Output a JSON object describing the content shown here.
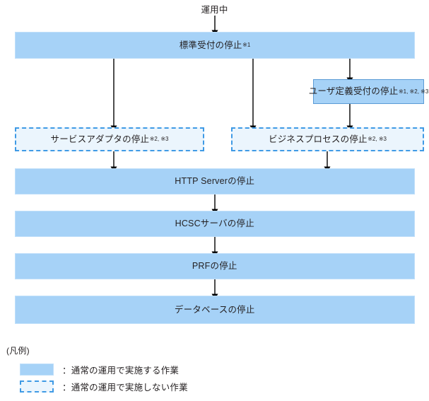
{
  "diagram": {
    "start_label": "運用中",
    "nodes": [
      {
        "id": "standard-reception-stop",
        "text": "標準受付の停止",
        "sup": "※1",
        "style": "solid"
      },
      {
        "id": "user-defined-reception-stop",
        "text": "ユーザ定義受付の停止",
        "sup": "※1, ※2, ※3",
        "style": "solid-outlined"
      },
      {
        "id": "service-adapter-stop",
        "text": "サービスアダプタの停止",
        "sup": "※2, ※3",
        "style": "dashed"
      },
      {
        "id": "business-process-stop",
        "text": "ビジネスプロセスの停止",
        "sup": "※2, ※3",
        "style": "dashed"
      },
      {
        "id": "http-server-stop",
        "text": "HTTP Serverの停止",
        "sup": "",
        "style": "solid"
      },
      {
        "id": "hcsc-server-stop",
        "text": "HCSCサーバの停止",
        "sup": "",
        "style": "solid"
      },
      {
        "id": "prf-stop",
        "text": "PRFの停止",
        "sup": "",
        "style": "solid"
      },
      {
        "id": "database-stop",
        "text": "データベースの停止",
        "sup": "",
        "style": "solid"
      }
    ]
  },
  "legend": {
    "title": "(凡例)",
    "items": [
      {
        "style": "solid",
        "label": "：通常の運用で実施する作業"
      },
      {
        "style": "dashed",
        "label": "：通常の運用で実施しない作業"
      }
    ]
  },
  "colors": {
    "solid_fill": "#a6d2f7",
    "solid_border": "#bfdffa",
    "outlined_border": "#5b9bd5",
    "dashed_fill": "#ebf5fd",
    "dashed_border": "#3f9ae5",
    "arrow": "#000000",
    "text": "#231f20"
  }
}
